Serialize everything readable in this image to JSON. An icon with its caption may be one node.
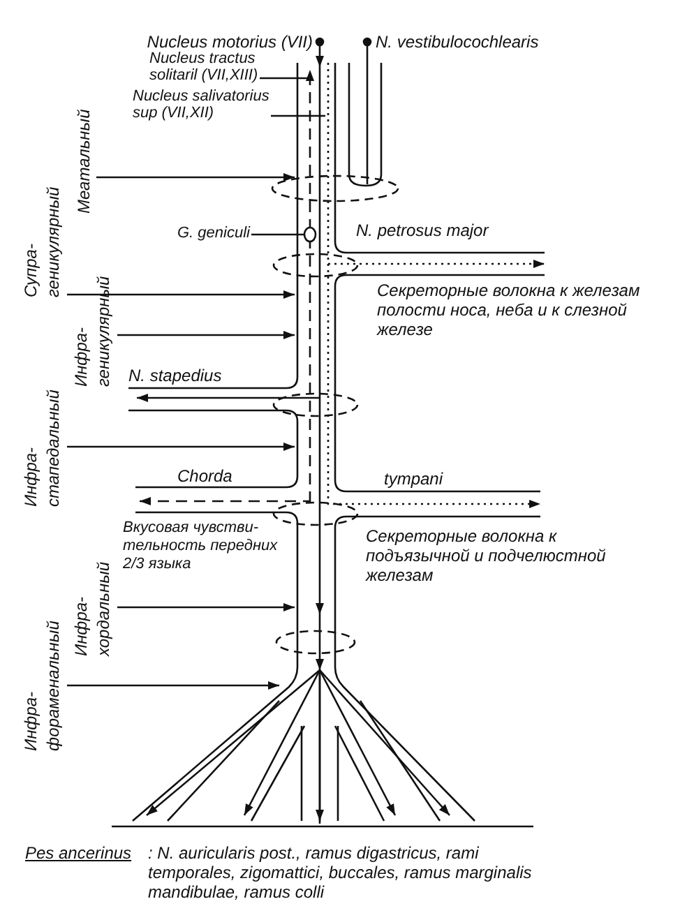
{
  "diagram": {
    "nodes": [
      {
        "text": [
          "Nucleus tractus solitaril (VII,XIII)"
        ]
      },
      {
        "text": [
          "Nucleus salivatorius sup (VII,XII)"
        ]
      },
      {
        "text": [
          "Меатальный"
        ]
      },
      {
        "text": [
          "G. geniculi"
        ]
      },
      {
        "text": [
          "Супра- геникулярный"
        ]
      },
      {
        "text": [
          "Инфра- геникулярный"
        ]
      },
      {
        "text": [
          "Инфра- стапедальный"
        ]
      },
      {
        "text": [
          "Инфра- хордальный"
        ]
      },
      {
        "text": [
          "Инфра- фораменальный"
        ]
      },
      {
        "text": [],
        "shape": "ellipse"
      }
    ],
    "edges": [
      {
        "from": 0,
        "to": null,
        "arrow": "none"
      },
      {
        "from": 1,
        "to": null,
        "arrow": "none"
      },
      {
        "from": 2,
        "to": null,
        "arrow": "to"
      },
      {
        "from": 3,
        "to": 9,
        "arrow": "none"
      },
      {
        "from": 4,
        "to": null,
        "arrow": "to"
      },
      {
        "from": 5,
        "to": null,
        "arrow": "to"
      },
      {
        "from": 6,
        "to": null,
        "arrow": "to"
      },
      {
        "from": 7,
        "to": null,
        "arrow": "to"
      },
      {
        "from": 8,
        "to": null,
        "arrow": "to"
      }
    ],
    "labels": [
      "Nucleus motorius (VII)",
      "N. vestibulocochlearis",
      "N. petrosus major",
      "Секреторные волокна к железам полости носа, неба и к слезной железе",
      "N. stapedius",
      "Chorda",
      "tympani",
      "Вкусовая чувстви- тельность передних 2/3 языка",
      "Секреторные волокна к подъязычной и подчелюстной железам",
      "Pes ancerinus",
      ": N. auricularis post., ramus digastricus, rami temporales, zigomattici, buccales, ramus marginalis mandibulae, ramus colli"
    ]
  }
}
